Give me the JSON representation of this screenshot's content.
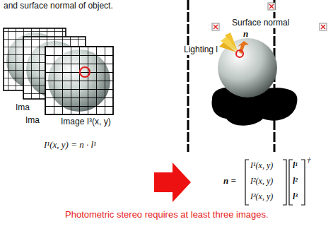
{
  "diagram": {
    "labels": [
      "and surface normal of object.",
      "Ima",
      "Ima",
      "Image I³(x, y)",
      "I¹(x, y) = n · l¹",
      "Surface normal",
      "n",
      "Lighting l",
      "n =",
      "I¹(x, y)",
      "I²(x, y)",
      "I³(x, y)",
      "l¹",
      "l²",
      "l³",
      "†",
      "Photometric stereo requires at least three images."
    ]
  }
}
